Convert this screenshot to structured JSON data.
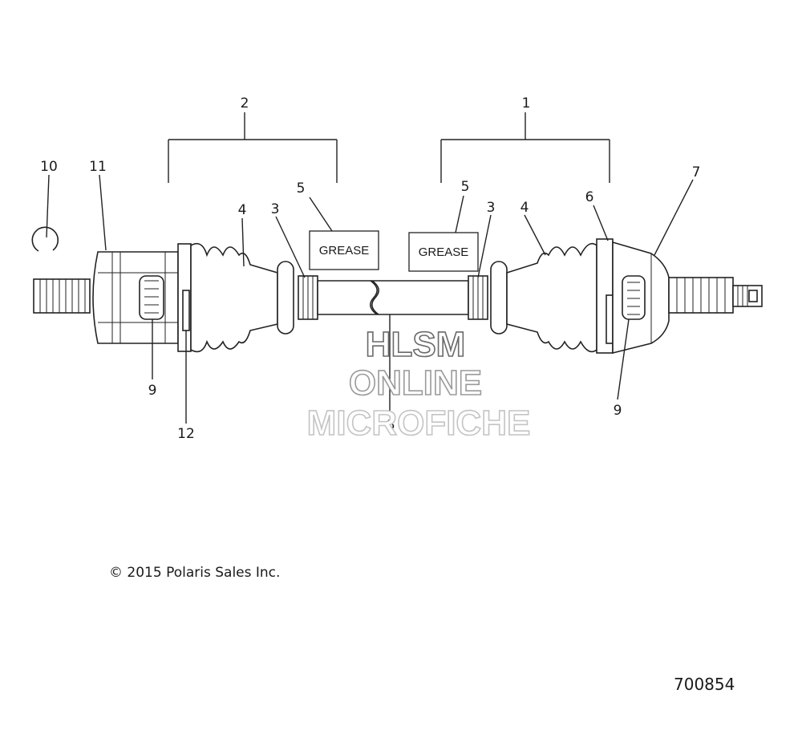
{
  "callouts": {
    "c1": "1",
    "c2": "2",
    "c3a": "3",
    "c3b": "3",
    "c4a": "4",
    "c4b": "4",
    "c5a": "5",
    "c5b": "5",
    "c6": "6",
    "c7": "7",
    "c8": "8",
    "c9a": "9",
    "c9b": "9",
    "c10": "10",
    "c11": "11",
    "c12": "12"
  },
  "labels": {
    "grease_left": "GREASE",
    "grease_right": "GREASE"
  },
  "watermark": {
    "line1": "HLSM",
    "line2": "ONLINE",
    "line3": "MICROFICHE"
  },
  "footer": {
    "copyright": "© 2015 Polaris Sales Inc.",
    "diagram_number": "700854"
  }
}
